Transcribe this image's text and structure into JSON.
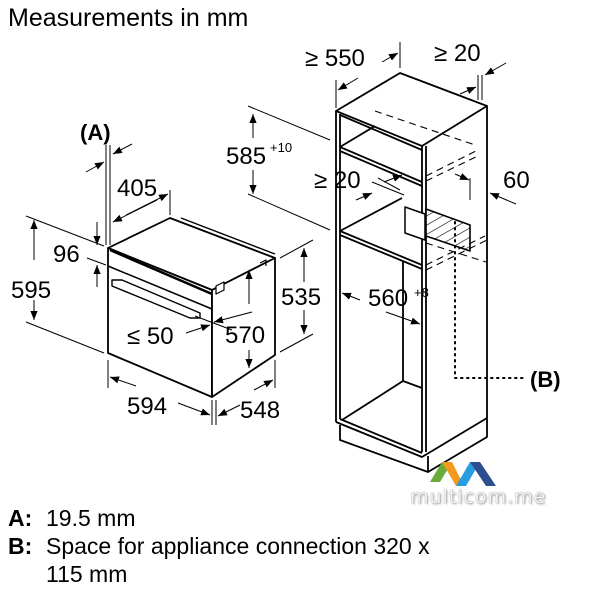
{
  "title": "Measurements in mm",
  "oven": {
    "label_a": "(A)",
    "dim_405": "405",
    "dim_96": "96",
    "dim_595": "595",
    "dim_le50": "≤ 50",
    "dim_570": "570",
    "dim_535": "535",
    "dim_594": "594",
    "dim_548": "548"
  },
  "cabinet": {
    "dim_585": "585",
    "dim_585_tol": "+10",
    "dim_ge550": "≥ 550",
    "dim_ge20_top": "≥ 20",
    "dim_ge20_side": "≥ 20",
    "dim_60": "60",
    "dim_560": "560",
    "dim_560_tol": "+8",
    "label_b": "(B)"
  },
  "legend": {
    "a_key": "A:",
    "a_text": "19.5 mm",
    "b_key": "B:",
    "b_text_line1": "Space for appliance connection 320 x",
    "b_text_line2": "115 mm"
  },
  "watermark": {
    "text": "multicom.me",
    "colors": [
      "#6aab3a",
      "#f39a1e",
      "#2a9de0",
      "#2d4f8f"
    ]
  }
}
